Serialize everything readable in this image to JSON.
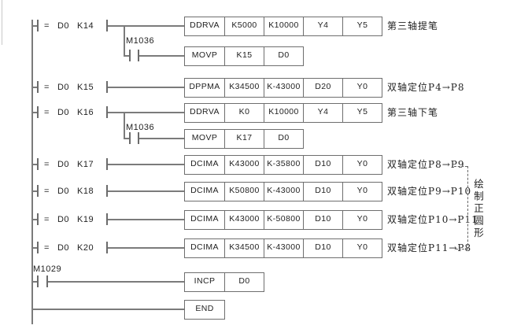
{
  "diagram": {
    "type": "plc-ladder",
    "colors": {
      "wire": "#7b7b7b",
      "box_border": "#6e6e6e",
      "text": "#222222"
    },
    "rungs": [
      {
        "condition": {
          "op": "=",
          "arg1": "D0",
          "arg2": "K14"
        },
        "cells": [
          "DDRVA",
          "K5000",
          "K10000",
          "Y4",
          "Y5"
        ],
        "comment": "第三轴提笔"
      },
      {
        "contact_label": "M1036",
        "cells": [
          "MOVP",
          "K15",
          "D0"
        ]
      },
      {
        "condition": {
          "op": "=",
          "arg1": "D0",
          "arg2": "K15"
        },
        "cells": [
          "DPPMA",
          "K34500",
          "K-43000",
          "D20",
          "Y0"
        ],
        "comment": "双轴定位P4→P8"
      },
      {
        "condition": {
          "op": "=",
          "arg1": "D0",
          "arg2": "K16"
        },
        "cells": [
          "DDRVA",
          "K0",
          "K10000",
          "Y4",
          "Y5"
        ],
        "comment": "第三轴下笔"
      },
      {
        "contact_label": "M1036",
        "cells": [
          "MOVP",
          "K17",
          "D0"
        ]
      },
      {
        "condition": {
          "op": "=",
          "arg1": "D0",
          "arg2": "K17"
        },
        "cells": [
          "DCIMA",
          "K43000",
          "K-35800",
          "D10",
          "Y0"
        ],
        "comment": "双轴定位P8→P9"
      },
      {
        "condition": {
          "op": "=",
          "arg1": "D0",
          "arg2": "K18"
        },
        "cells": [
          "DCIMA",
          "K50800",
          "K-43000",
          "D10",
          "Y0"
        ],
        "comment": "双轴定位P9→P10"
      },
      {
        "condition": {
          "op": "=",
          "arg1": "D0",
          "arg2": "K19"
        },
        "cells": [
          "DCIMA",
          "K43000",
          "K-50800",
          "D10",
          "Y0"
        ],
        "comment": "双轴定位P10→P11"
      },
      {
        "condition": {
          "op": "=",
          "arg1": "D0",
          "arg2": "K20"
        },
        "cells": [
          "DCIMA",
          "K34500",
          "K-43000",
          "D10",
          "Y0"
        ],
        "comment": "双轴定位P11→P8"
      },
      {
        "contact_label": "M1029",
        "cells": [
          "INCP",
          "D0"
        ]
      },
      {
        "cells": [
          "END"
        ]
      }
    ],
    "group_note": "绘制正圆形"
  }
}
